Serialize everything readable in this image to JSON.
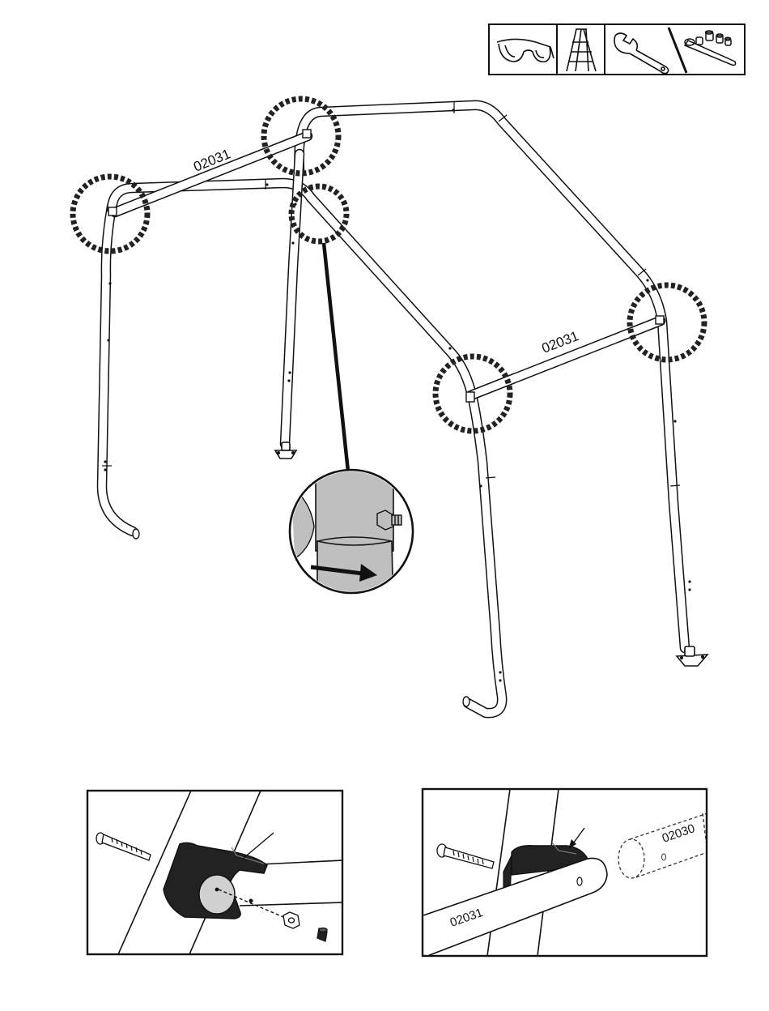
{
  "diagram": {
    "part_labels": {
      "crossbar_back_left": "02031",
      "crossbar_front_right": "02031",
      "detail_right_bar": "02031",
      "detail_right_dashed": "02030"
    },
    "tools": [
      "safety-glasses-icon",
      "step-ladder-icon",
      "adjustable-wrench-icon",
      "socket-wrench-icon"
    ],
    "colors": {
      "line": "#111111",
      "bracket": "#222222",
      "detail_fill": "#bfbfbf",
      "background": "#ffffff"
    }
  }
}
